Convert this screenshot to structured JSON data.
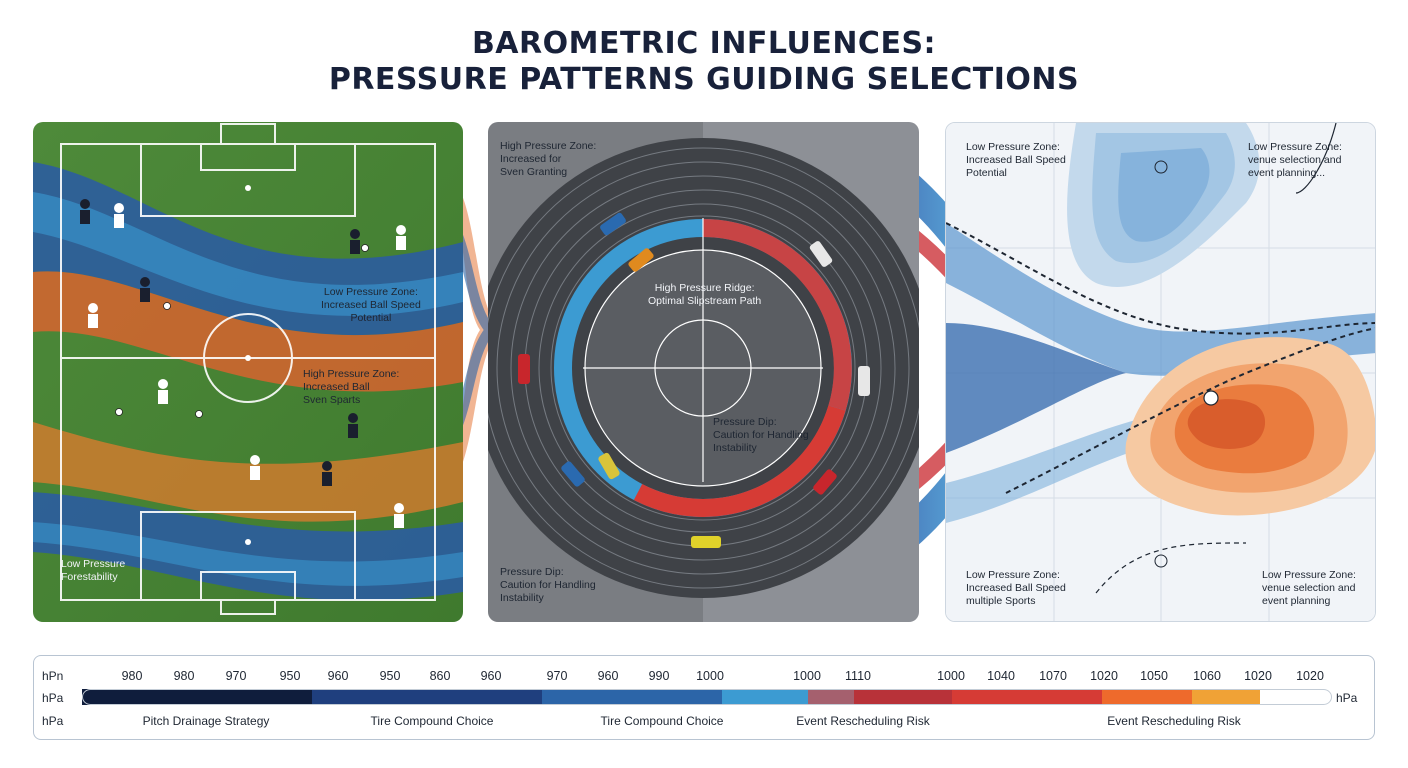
{
  "title": {
    "line1": "BAROMETRIC INFLUENCES:",
    "line2": "PRESSURE PATTERNS GUIDING SELECTIONS"
  },
  "panels": {
    "football": {
      "low_zone": {
        "title": "Low Pressure Zone:",
        "line1": "Increased Ball Speed",
        "line2": "Potential"
      },
      "high_zone": {
        "title": "High Pressure Zone:",
        "line1": "Increased Ball",
        "line2": "Sven Sparts"
      },
      "low_corner": {
        "title": "Low Pressure",
        "line1": "Forestability"
      }
    },
    "racing": {
      "high_zone": {
        "title": "High Pressure Zone:",
        "line1": "Increased for",
        "line2": "Sven Granting"
      },
      "ridge": {
        "title": "High Pressure Ridge:",
        "line1": "Optimal Slipstream Path"
      },
      "dip_center": {
        "title": "Pressure Dip:",
        "line1": "Caution for Handling",
        "line2": "Instability"
      },
      "dip_corner": {
        "title": "Pressure Dip:",
        "line1": "Caution for Handling",
        "line2": "Instability"
      }
    },
    "map": {
      "top_left": {
        "title": "Low Pressure Zone:",
        "line1": "Increased Ball Speed",
        "line2": "Potential"
      },
      "top_right": {
        "title": "Low Pressure Zone:",
        "line1": "venue selection and",
        "line2": "event planning..."
      },
      "bottom_left": {
        "title": "Low Pressure Zone:",
        "line1": "Increased Ball Speed",
        "line2": "multiple Sports"
      },
      "bottom_right": {
        "title": "Low Pressure Zone:",
        "line1": "venue selection and",
        "line2": "event planning"
      }
    }
  },
  "scale": {
    "row_labels": {
      "top": "hPn",
      "middle": "hPa",
      "bottom": "hPa",
      "right": "hPa"
    },
    "ticks": [
      "980",
      "980",
      "970",
      "950",
      "960",
      "950",
      "860",
      "960",
      "970",
      "960",
      "990",
      "1000",
      "1000",
      "1110",
      "1000",
      "1040",
      "1070",
      "1020",
      "1050",
      "1060",
      "1020",
      "1020"
    ],
    "impacts": [
      "Pitch Drainage Strategy",
      "Tire Compound Choice",
      "Tire Compound Choice",
      "Event Rescheduling Risk",
      "Event Rescheduling Risk"
    ],
    "segment_colors": [
      "#0f1d3c",
      "#1f3f7e",
      "#2c65a8",
      "#3c9bd2",
      "#a5606e",
      "#b83239",
      "#d63b35",
      "#ee6a2c",
      "#f0a236",
      "#ffffff"
    ]
  }
}
